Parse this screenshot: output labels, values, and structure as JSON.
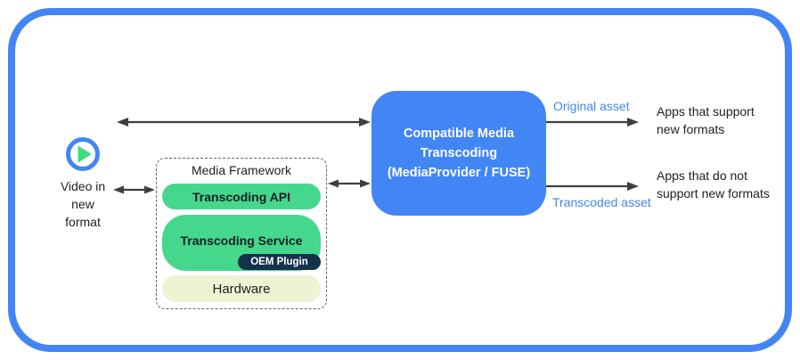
{
  "colors": {
    "frame_blue": "#4285F4",
    "box_blue": "#4285F4",
    "pill_green": "#45D78C",
    "play_green": "#3EDC81",
    "oem_navy": "#14334B",
    "hardware_cream": "#EFF3D3",
    "arrow_dark": "#3C4043",
    "label_blue": "#4285F4",
    "text_dark": "#202124"
  },
  "video_source": {
    "label": "Video in\nnew\nformat"
  },
  "media_framework": {
    "title": "Media Framework",
    "transcoding_api": "Transcoding API",
    "transcoding_service": "Transcoding Service",
    "oem_plugin": "OEM Plugin",
    "hardware": "Hardware"
  },
  "transcoding_box": {
    "title": "Compatible Media\nTranscoding\n(MediaProvider / FUSE)"
  },
  "labels": {
    "original_asset": "Original asset",
    "transcoded_asset": "Transcoded asset",
    "apps_support": "Apps that support\nnew formats",
    "apps_no_support": "Apps that do not\nsupport new formats"
  }
}
